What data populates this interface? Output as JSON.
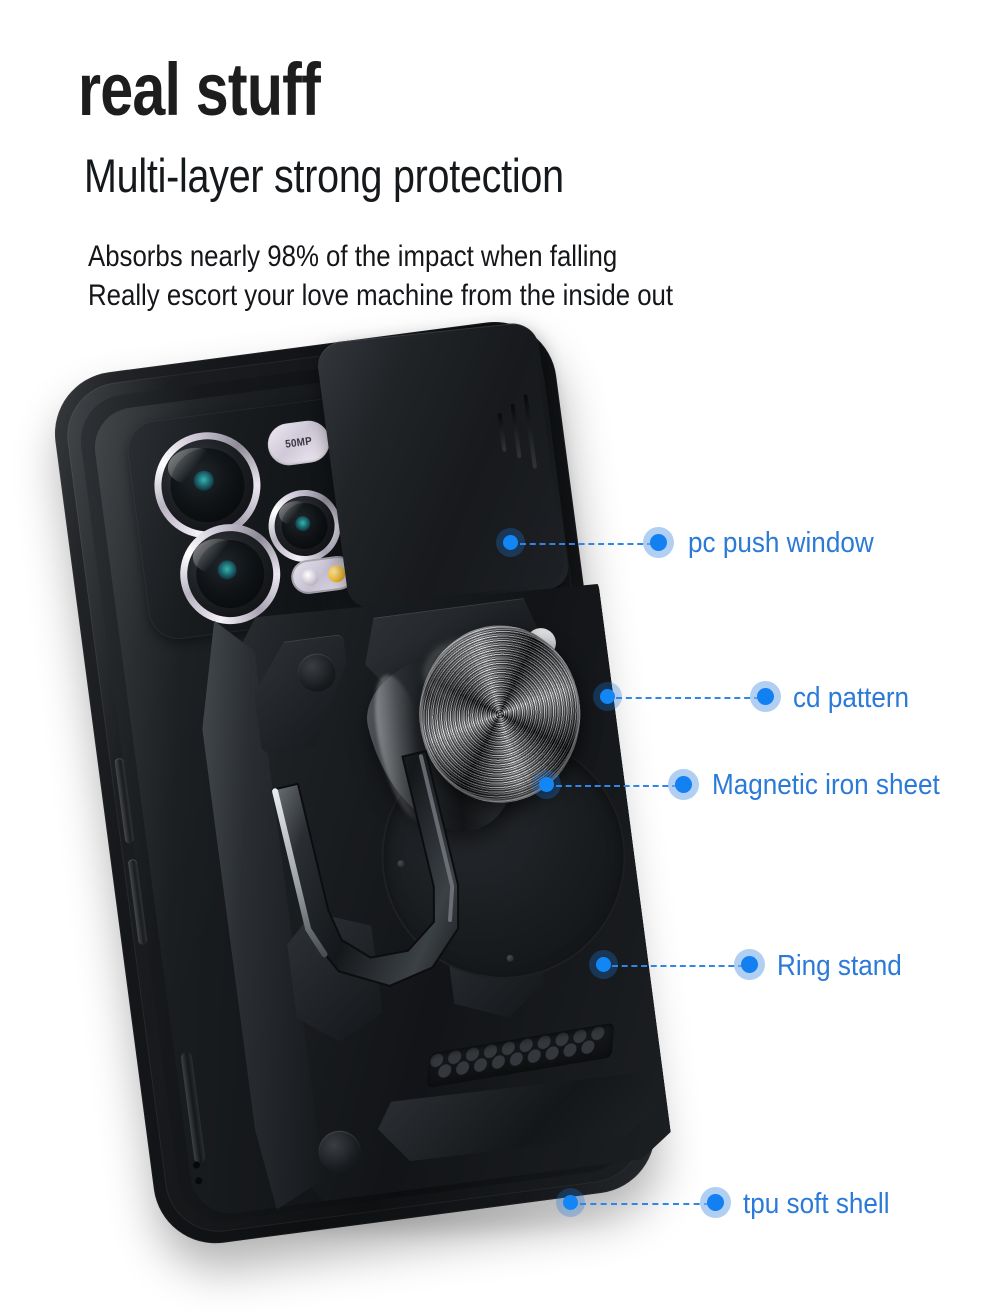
{
  "page": {
    "background_color": "#ffffff",
    "accent_color": "#2b7ad8",
    "dot_color": "#1380f2"
  },
  "header": {
    "headline": "real stuff",
    "subheadline": "Multi-layer strong protection",
    "body_line1": "Absorbs nearly 98% of the impact when falling",
    "body_line2": "Really escort your love machine from the inside out"
  },
  "product": {
    "name": "armor phone case with camera slider and ring stand",
    "camera": {
      "megapixel_badge": "50MP",
      "lens_count": 3,
      "flash": "dual-led-flash"
    }
  },
  "callouts": [
    {
      "id": "pc-push-window",
      "label": "pc push window"
    },
    {
      "id": "cd-pattern",
      "label": "cd pattern"
    },
    {
      "id": "magnetic-iron-sheet",
      "label": "Magnetic iron sheet"
    },
    {
      "id": "ring-stand",
      "label": "Ring stand"
    },
    {
      "id": "tpu-soft-shell",
      "label": "tpu soft shell"
    }
  ]
}
